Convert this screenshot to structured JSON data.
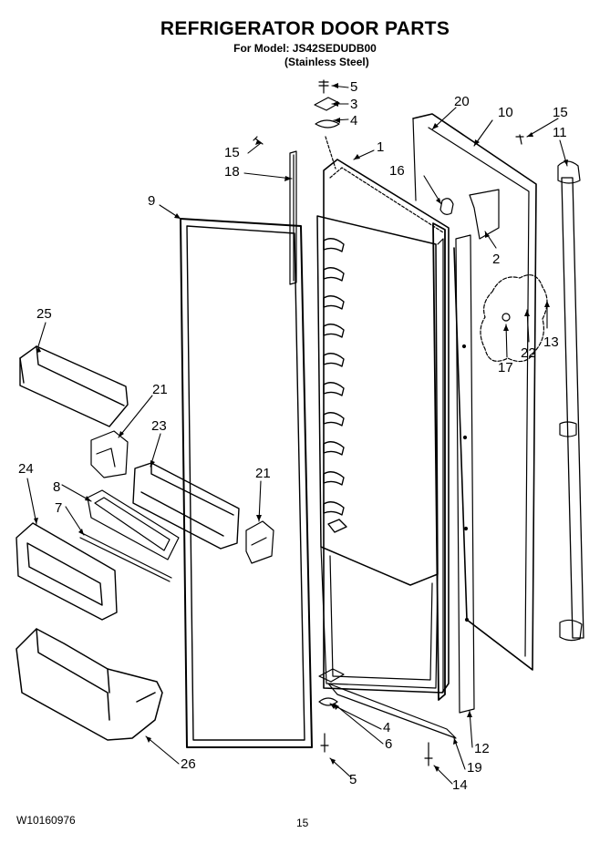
{
  "header": {
    "title": "REFRIGERATOR DOOR PARTS",
    "model_line": "For Model: JS42SEDUDB00",
    "finish_line": "(Stainless Steel)"
  },
  "footer": {
    "doc_number": "W10160976",
    "page_number": "15"
  },
  "callouts": {
    "c5_top": "5",
    "c3": "3",
    "c4_top": "4",
    "c20": "20",
    "c10": "10",
    "c15_right": "15",
    "c11": "11",
    "c15_left": "15",
    "c1": "1",
    "c16": "16",
    "c18": "18",
    "c9": "9",
    "c2": "2",
    "c25": "25",
    "c13": "13",
    "c22": "22",
    "c17": "17",
    "c21_left": "21",
    "c23": "23",
    "c24": "24",
    "c8": "8",
    "c21_right": "21",
    "c7": "7",
    "c4_bottom": "4",
    "c6": "6",
    "c12": "12",
    "c19": "19",
    "c5_bottom": "5",
    "c14": "14",
    "c26": "26"
  }
}
